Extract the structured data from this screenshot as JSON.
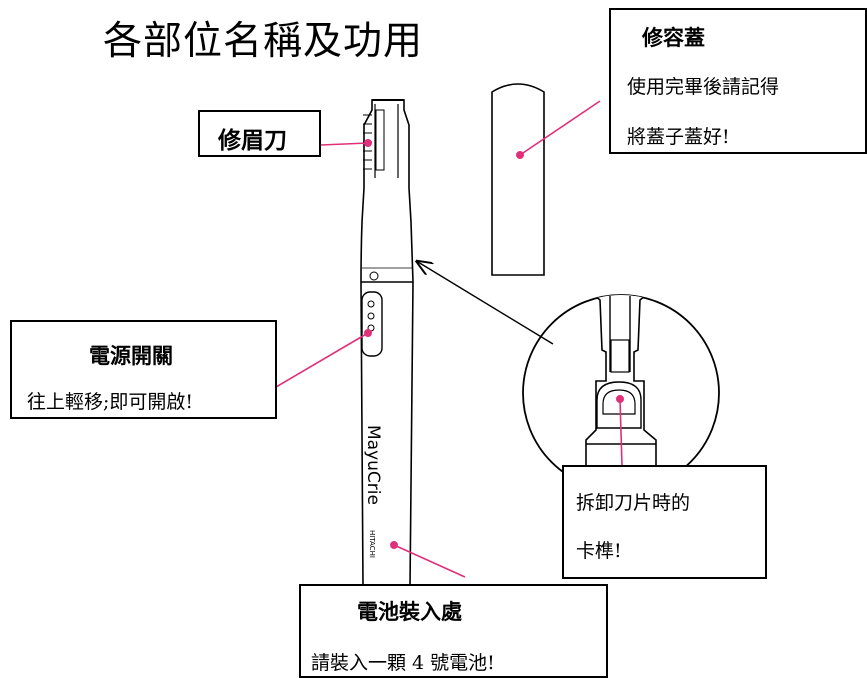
{
  "title": "各部位名稱及功用",
  "labels": {
    "eyebrow_blade": {
      "title": "修眉刀"
    },
    "cap": {
      "title": "修容蓋",
      "line1": "使用完畢後請記得",
      "line2": "將蓋子蓋好!"
    },
    "power_switch": {
      "title": "電源開關",
      "line1": "往上輕移;即可開啟!"
    },
    "blade_catch": {
      "line1": "拆卸刀片時的",
      "line2": "卡榫!"
    },
    "battery": {
      "title": "電池裝入處",
      "line1": "請裝入一顆 4 號電池!"
    }
  },
  "device": {
    "brand_text": "MayuCrie",
    "maker_text": "HITACHI"
  },
  "colors": {
    "pointer": "#e0307a",
    "outline": "#000000"
  }
}
